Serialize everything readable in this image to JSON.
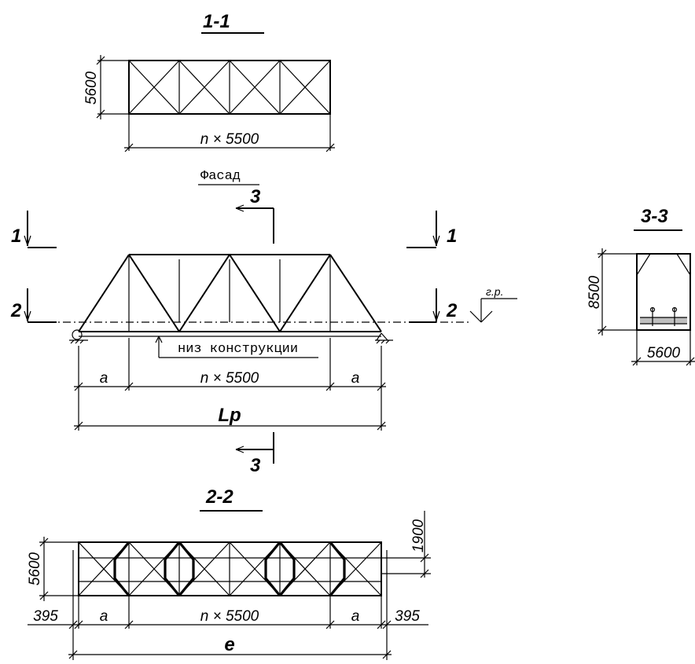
{
  "section_1_1": {
    "title": "1-1",
    "height_dim": "5600",
    "width_dim": "n × 5500"
  },
  "facade": {
    "title": "Фасад",
    "bottom_label": "низ конструкции",
    "level_label": "г.р.",
    "dim_a_left": "a",
    "dim_span": "n × 5500",
    "dim_a_right": "a",
    "dim_total": "Lp",
    "cut_1_left": "1",
    "cut_1_right": "1",
    "cut_2_left": "2",
    "cut_2_right": "2",
    "cut_3_top": "3",
    "cut_3_bottom": "3"
  },
  "section_3_3": {
    "title": "3-3",
    "height_dim": "8500",
    "width_dim": "5600"
  },
  "section_2_2": {
    "title": "2-2",
    "height_dim": "5600",
    "right_dim": "1900",
    "dim_left_offset": "395",
    "dim_a_left": "a",
    "dim_span": "n × 5500",
    "dim_a_right": "a",
    "dim_right_offset": "395",
    "dim_total": "e"
  }
}
